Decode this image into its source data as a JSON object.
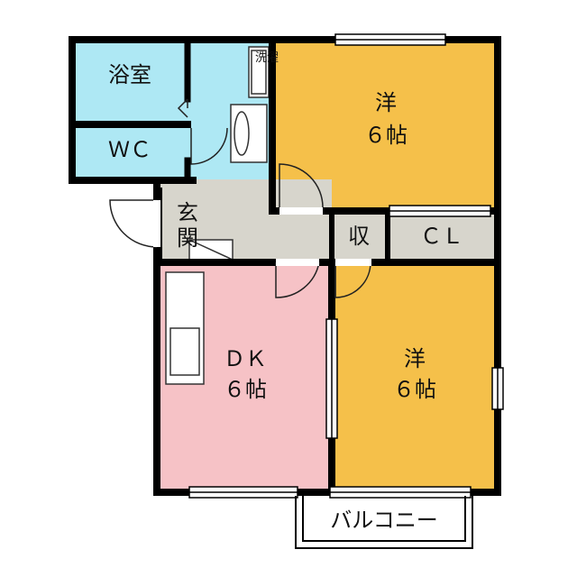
{
  "colors": {
    "bath": "#aee8f4",
    "washroom": "#aee8f4",
    "western_room": "#f5c04a",
    "dining_kitchen": "#f6c2c6",
    "hall": "#d7d5cc",
    "wall": "#000000",
    "fixture": "#ffffff"
  },
  "rooms": {
    "bath": "浴室",
    "wc": "ＷＣ",
    "washroom": "洗濯",
    "western_top_name": "洋",
    "western_top_size": "６帖",
    "entrance_1": "玄",
    "entrance_2": "関",
    "storage": "収",
    "closet": "ＣＬ",
    "dk_name": "ＤＫ",
    "dk_size": "６帖",
    "western_bottom_name": "洋",
    "western_bottom_size": "６帖",
    "balcony": "バルコニー"
  }
}
